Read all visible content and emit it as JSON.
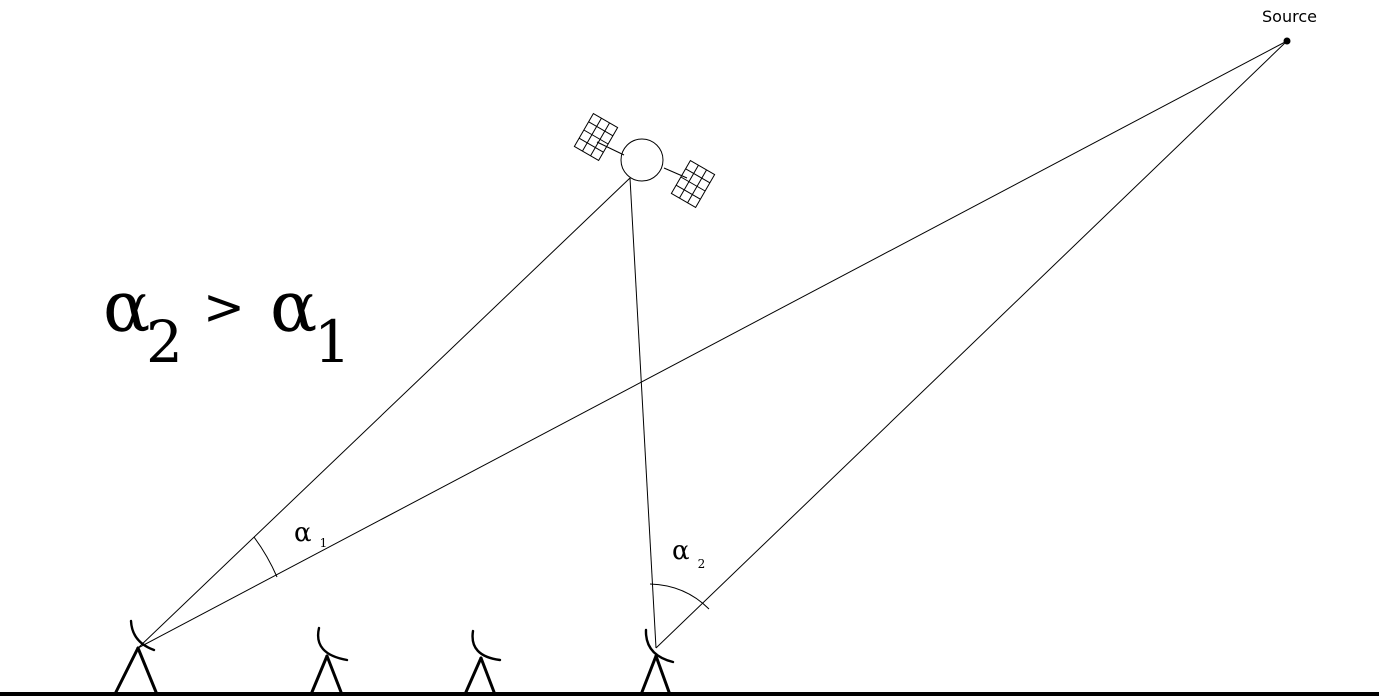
{
  "source": {
    "label": "Source"
  },
  "angle_labels": {
    "alpha1": {
      "symbol": "α",
      "subscript": "1"
    },
    "alpha2": {
      "symbol": "α",
      "subscript": "2"
    }
  },
  "relation": {
    "left_symbol": "α",
    "left_subscript": "2",
    "operator": ">",
    "right_symbol": "α",
    "right_subscript": "1"
  },
  "colors": {
    "stroke": "#000000",
    "background": "#ffffff"
  },
  "icons": [
    "satellite-icon",
    "antenna-icon",
    "source-point"
  ]
}
